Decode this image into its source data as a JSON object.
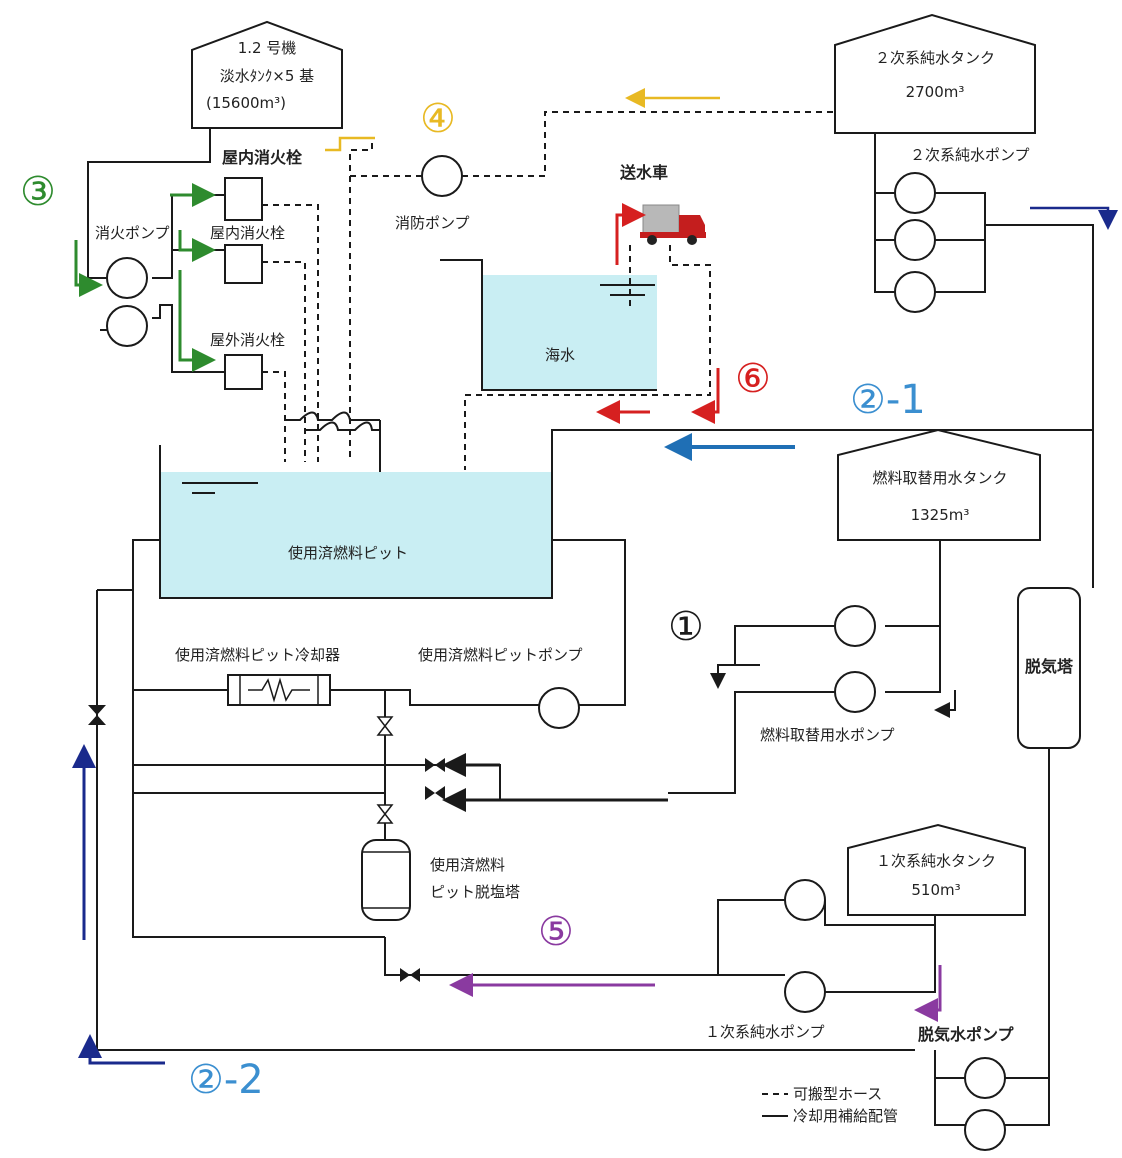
{
  "tanks": {
    "freshwater": {
      "line1": "1.2 号機",
      "line2": "淡水ﾀﾝｸ×5 基",
      "line3": "(15600m³)"
    },
    "secondary": {
      "line1": "２次系純水タンク",
      "line2": "2700m³"
    },
    "refuel": {
      "line1": "燃料取替用水タンク",
      "line2": "1325m³"
    },
    "primary": {
      "line1": "１次系純水タンク",
      "line2": "510m³"
    }
  },
  "labels": {
    "indoor_hydrant_top": "屋内消火栓",
    "fire_pump": "消火ポンプ",
    "indoor_hydrant": "屋内消火栓",
    "outdoor_hydrant": "屋外消火栓",
    "fireboat_pump": "消防ポンプ",
    "truck": "送水車",
    "seawater": "海水",
    "secondary_pump": "２次系純水ポンプ",
    "pit": "使用済燃料ピット",
    "cooler": "使用済燃料ピット冷却器",
    "pit_pump": "使用済燃料ピットポンプ",
    "refuel_pump": "燃料取替用水ポンプ",
    "deaerator": "脱気塔",
    "demin_line1": "使用済燃料",
    "demin_line2": "ピット脱塩塔",
    "primary_pump": "１次系純水ポンプ",
    "deaerated_pump": "脱気水ポンプ"
  },
  "markers": {
    "m1": "①",
    "m21": "②-1",
    "m22": "②-2",
    "m3": "③",
    "m4": "④",
    "m5": "⑤",
    "m6": "⑥"
  },
  "legend": {
    "hose": "可搬型ホース",
    "pipe": "冷却用補給配管"
  },
  "colors": {
    "water": "#c9eef3",
    "green": "#2e8b2e",
    "yellow": "#e8b923",
    "red": "#d62020",
    "blue": "#1f6fb5",
    "navy": "#1a2a8c",
    "purple": "#8a3aa0",
    "marker_blue": "#3b8fd0"
  }
}
